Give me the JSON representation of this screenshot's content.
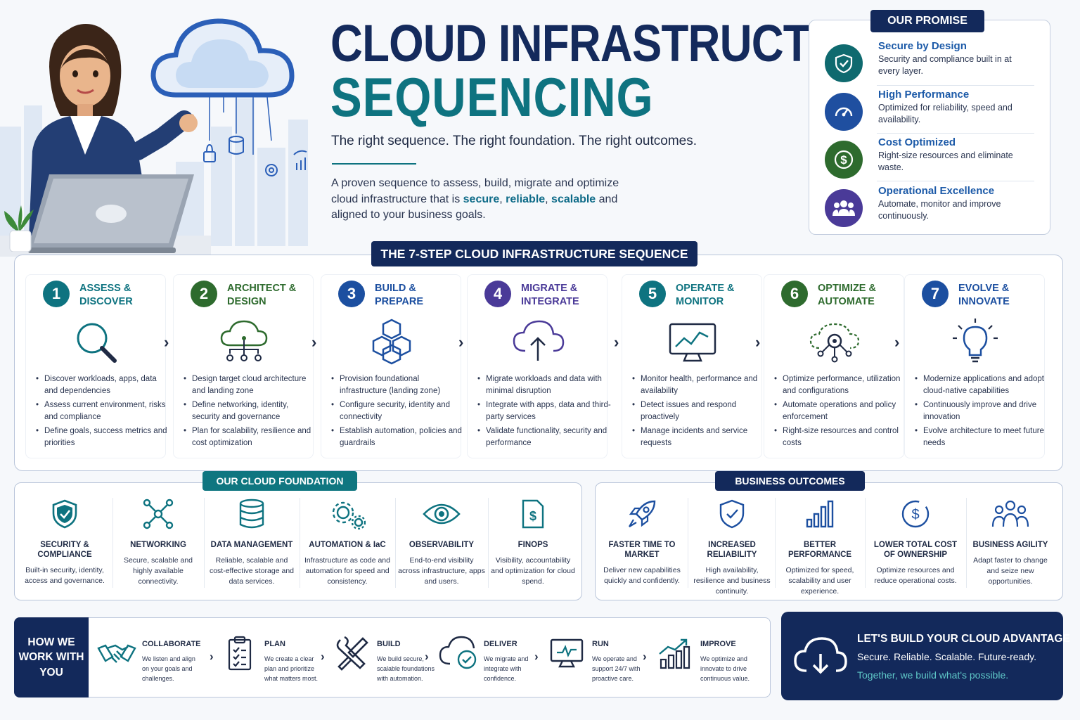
{
  "header": {
    "title_line1": "CLOUD INFRASTRUCTURE",
    "title_line2": "SEQUENCING",
    "tagline": "The right sequence. The right foundation. The right outcomes.",
    "intro_part1": "A proven sequence to assess, build, migrate and optimize cloud infrastructure that is ",
    "intro_kw1": "secure",
    "intro_sep1": ", ",
    "intro_kw2": "reliable",
    "intro_sep2": ", ",
    "intro_kw3": "scalable",
    "intro_part2": " and aligned to your business goals."
  },
  "promise": {
    "heading": "OUR PROMISE",
    "items": [
      {
        "title": "Secure by Design",
        "desc": "Security and compliance built in at every layer.",
        "icon": "shield-icon",
        "color": "#0f6a6f"
      },
      {
        "title": "High Performance",
        "desc": "Optimized for reliability, speed and availability.",
        "icon": "speedometer-icon",
        "color": "#1f4fa0"
      },
      {
        "title": "Cost Optimized",
        "desc": "Right-size resources and eliminate waste.",
        "icon": "dollar-icon",
        "color": "#2e6b2e"
      },
      {
        "title": "Operational Excellence",
        "desc": "Automate, monitor and improve continuously.",
        "icon": "team-icon",
        "color": "#4a3a98"
      }
    ]
  },
  "sequence": {
    "heading": "THE 7-STEP CLOUD INFRASTRUCTURE SEQUENCE",
    "steps": [
      {
        "num": "1",
        "title": "ASSESS & DISCOVER",
        "color": "#0e7380",
        "icon": "magnifier-icon",
        "bullets": [
          "Discover workloads, apps, data and dependencies",
          "Assess current environment, risks and compliance",
          "Define goals, success metrics and priorities"
        ]
      },
      {
        "num": "2",
        "title": "ARCHITECT & DESIGN",
        "color": "#2e6b2e",
        "icon": "cloud-network-icon",
        "bullets": [
          "Design target cloud architecture and landing zone",
          "Define networking, identity, security and governance",
          "Plan for scalability, resilience and cost optimization"
        ]
      },
      {
        "num": "3",
        "title": "BUILD & PREPARE",
        "color": "#1c4fa0",
        "icon": "cubes-icon",
        "bullets": [
          "Provision foundational infrastructure (landing zone)",
          "Configure security, identity and connectivity",
          "Establish automation, policies and guardrails"
        ]
      },
      {
        "num": "4",
        "title": "MIGRATE & INTEGRATE",
        "color": "#4a3a98",
        "icon": "cloud-upload-icon",
        "bullets": [
          "Migrate workloads and data with minimal disruption",
          "Integrate with apps, data and third-party services",
          "Validate functionality, security and performance"
        ]
      },
      {
        "num": "5",
        "title": "OPERATE & MONITOR",
        "color": "#0e7380",
        "icon": "monitor-chart-icon",
        "bullets": [
          "Monitor health, performance and availability",
          "Detect issues and respond proactively",
          "Manage incidents and service requests"
        ]
      },
      {
        "num": "6",
        "title": "OPTIMIZE & AUTOMATE",
        "color": "#2e6b2e",
        "icon": "gear-cloud-icon",
        "bullets": [
          "Optimize performance, utilization and configurations",
          "Automate operations and policy enforcement",
          "Right-size resources and control costs"
        ]
      },
      {
        "num": "7",
        "title": "EVOLVE & INNOVATE",
        "color": "#1c4fa0",
        "icon": "lightbulb-icon",
        "bullets": [
          "Modernize applications and adopt cloud-native capabilities",
          "Continuously improve and drive innovation",
          "Evolve architecture to meet future needs"
        ]
      }
    ]
  },
  "foundation": {
    "heading": "OUR CLOUD FOUNDATION",
    "items": [
      {
        "title": "SECURITY & COMPLIANCE",
        "desc": "Built-in security, identity, access and governance.",
        "icon": "shield-check-icon"
      },
      {
        "title": "NETWORKING",
        "desc": "Secure, scalable and highly available connectivity.",
        "icon": "network-nodes-icon"
      },
      {
        "title": "DATA MANAGEMENT",
        "desc": "Reliable, scalable and cost-effective storage and data services.",
        "icon": "database-icon"
      },
      {
        "title": "AUTOMATION & IaC",
        "desc": "Infrastructure as code and automation for speed and consistency.",
        "icon": "gears-icon"
      },
      {
        "title": "OBSERVABILITY",
        "desc": "End-to-end visibility across infrastructure, apps and users.",
        "icon": "eye-icon"
      },
      {
        "title": "FINOPS",
        "desc": "Visibility, accountability and optimization for cloud spend.",
        "icon": "dollar-document-icon"
      }
    ]
  },
  "outcomes": {
    "heading": "BUSINESS OUTCOMES",
    "items": [
      {
        "title": "FASTER TIME TO MARKET",
        "desc": "Deliver new capabilities quickly and confidently.",
        "icon": "rocket-icon"
      },
      {
        "title": "INCREASED RELIABILITY",
        "desc": "High availability, resilience and business continuity.",
        "icon": "shield-check-icon"
      },
      {
        "title": "BETTER PERFORMANCE",
        "desc": "Optimized for speed, scalability and user experience.",
        "icon": "bar-chart-icon"
      },
      {
        "title": "LOWER TOTAL COST OF OWNERSHIP",
        "desc": "Optimize resources and reduce operational costs.",
        "icon": "dollar-circle-icon"
      },
      {
        "title": "BUSINESS AGILITY",
        "desc": "Adapt faster to change and seize new opportunities.",
        "icon": "people-icon"
      }
    ]
  },
  "how": {
    "label": "HOW WE WORK WITH YOU",
    "steps": [
      {
        "title": "COLLABORATE",
        "desc": "We listen and align on your goals and challenges.",
        "icon": "handshake-icon"
      },
      {
        "title": "PLAN",
        "desc": "We create a clear plan and prioritize what matters most.",
        "icon": "clipboard-icon"
      },
      {
        "title": "BUILD",
        "desc": "We build secure, scalable foundations with automation.",
        "icon": "tools-icon"
      },
      {
        "title": "DELIVER",
        "desc": "We migrate and integrate with confidence.",
        "icon": "cloud-check-icon"
      },
      {
        "title": "RUN",
        "desc": "We operate and support 24/7 with proactive care.",
        "icon": "monitor-icon"
      },
      {
        "title": "IMPROVE",
        "desc": "We optimize and innovate to drive continuous value.",
        "icon": "growth-chart-icon"
      }
    ]
  },
  "cta": {
    "title": "LET'S BUILD YOUR CLOUD ADVANTAGE",
    "subtitle": "Secure. Reliable. Scalable. Future-ready.",
    "tagline": "Together, we build what's possible.",
    "icon": "cloud-download-icon"
  },
  "colors": {
    "navy": "#13295b",
    "teal": "#0e7380",
    "accent": "#0e6b88"
  }
}
